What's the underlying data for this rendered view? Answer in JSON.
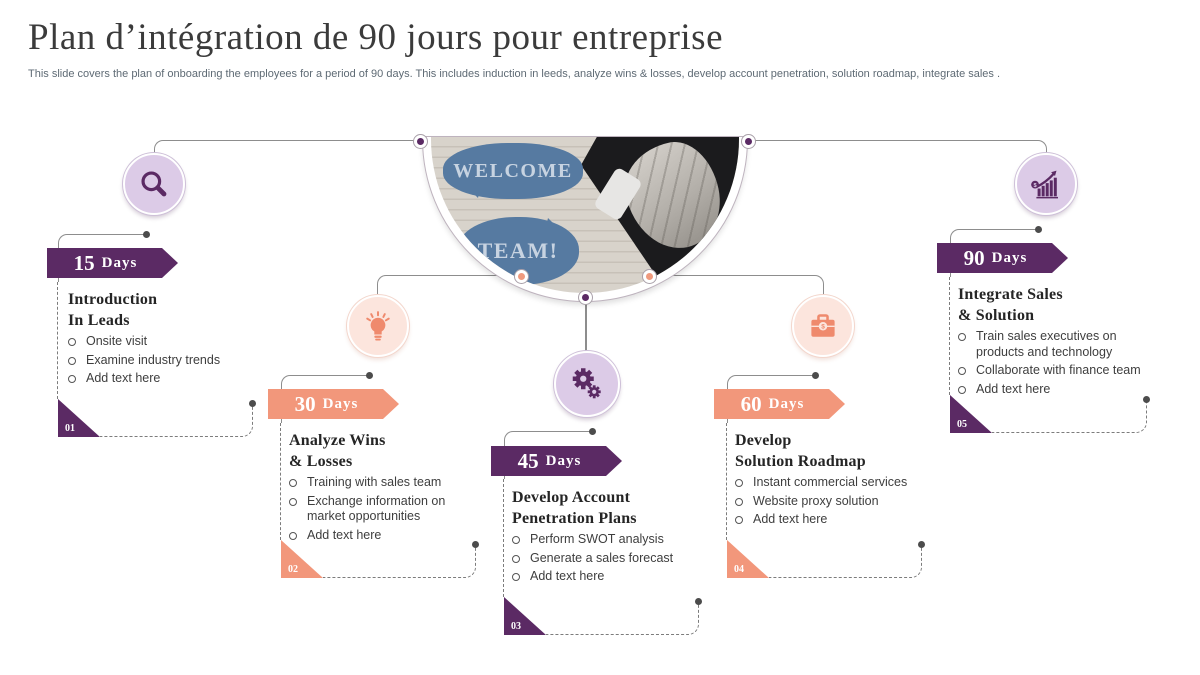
{
  "slide": {
    "title": "Plan d’intégration de 90 jours pour entreprise",
    "subtitle": "This slide covers the plan of onboarding the employees for a period of 90 days. This includes induction in leeds, analyze wins & losses, develop account penetration, solution roadmap, integrate sales ."
  },
  "center_graphic": {
    "bubble_top": "WELCOME",
    "bubble_bottom": "TEAM!"
  },
  "colors": {
    "purple": "#5b2a64",
    "salmon": "#f2977b",
    "lavender_icon_bg": "#dccbe7",
    "pink_icon_bg": "#fce5dd",
    "line_gray": "#8d8d8d",
    "bubble_blue": "#567aa1"
  },
  "icons": [
    "magnifier-icon",
    "lightbulb-icon",
    "gears-icon",
    "briefcase-icon",
    "growth-chart-icon"
  ],
  "milestones": [
    {
      "id": "01",
      "days": "15",
      "days_label": "Days",
      "theme": "purple",
      "icon": "magnifier-icon",
      "title_line1": "Introduction",
      "title_line2": "In Leads",
      "bullets": [
        "Onsite visit",
        "Examine industry trends",
        "Add text here"
      ]
    },
    {
      "id": "02",
      "days": "30",
      "days_label": "Days",
      "theme": "salmon",
      "icon": "lightbulb-icon",
      "title_line1": "Analyze Wins",
      "title_line2": "& Losses",
      "bullets": [
        "Training with sales team",
        "Exchange information on market opportunities",
        "Add text here"
      ]
    },
    {
      "id": "03",
      "days": "45",
      "days_label": "Days",
      "theme": "purple",
      "icon": "gears-icon",
      "title_line1": "Develop Account",
      "title_line2": "Penetration Plans",
      "bullets": [
        "Perform SWOT analysis",
        "Generate a sales forecast",
        "Add text here"
      ]
    },
    {
      "id": "04",
      "days": "60",
      "days_label": "Days",
      "theme": "salmon",
      "icon": "briefcase-icon",
      "title_line1": "Develop",
      "title_line2": "Solution Roadmap",
      "bullets": [
        "Instant commercial services",
        "Website proxy solution",
        "Add text here"
      ]
    },
    {
      "id": "05",
      "days": "90",
      "days_label": "Days",
      "theme": "purple",
      "icon": "growth-chart-icon",
      "title_line1": "Integrate Sales",
      "title_line2": "& Solution",
      "bullets": [
        "Train sales executives on products and technology",
        "Collaborate with finance team",
        "Add text here"
      ]
    }
  ]
}
